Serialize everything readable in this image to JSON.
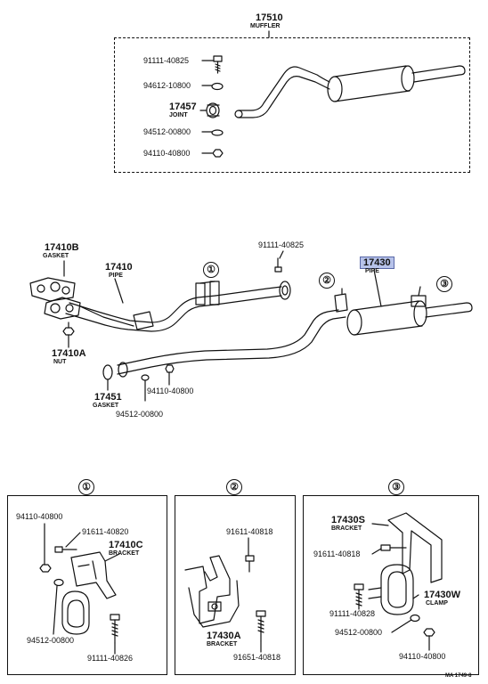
{
  "diagram": {
    "muffler_assy": {
      "part": "17510",
      "name": "MUFFLER"
    },
    "muffler_parts": [
      {
        "part": "91111-40825"
      },
      {
        "part": "94612-10800"
      },
      {
        "part": "17457",
        "name": "JOINT"
      },
      {
        "part": "94512-00800"
      },
      {
        "part": "94110-40800"
      }
    ],
    "main_parts": {
      "gasket_top": {
        "part": "17410B",
        "name": "GASKET"
      },
      "pipe_front": {
        "part": "17410",
        "name": "PIPE"
      },
      "bolt_top": {
        "part": "91111-40825"
      },
      "pipe_rear": {
        "part": "17430",
        "name": "PIPE"
      },
      "nut": {
        "part": "17410A",
        "name": "NUT"
      },
      "gasket_bottom": {
        "part": "17451",
        "name": "GASKET"
      },
      "nut_lower": {
        "part": "94110-40800"
      },
      "washer_lower": {
        "part": "94512-00800"
      }
    },
    "callouts": [
      "①",
      "②",
      "③"
    ],
    "detail_1": {
      "title": "①",
      "parts": [
        {
          "part": "94110-40800"
        },
        {
          "part": "91611-40820"
        },
        {
          "part": "17410C",
          "name": "BRACKET"
        },
        {
          "part": "94512-00800"
        },
        {
          "part": "91111-40826"
        }
      ]
    },
    "detail_2": {
      "title": "②",
      "parts": [
        {
          "part": "91611-40818"
        },
        {
          "part": "17430A",
          "name": "BRACKET"
        },
        {
          "part": "91651-40818"
        }
      ]
    },
    "detail_3": {
      "title": "③",
      "parts": [
        {
          "part": "17430S",
          "name": "BRACKET"
        },
        {
          "part": "91611-40818"
        },
        {
          "part": "17430W",
          "name": "CLAMP"
        },
        {
          "part": "91111-40828"
        },
        {
          "part": "94512-00800"
        },
        {
          "part": "94110-40800"
        }
      ]
    },
    "footer_code": "MA 1749-8"
  }
}
